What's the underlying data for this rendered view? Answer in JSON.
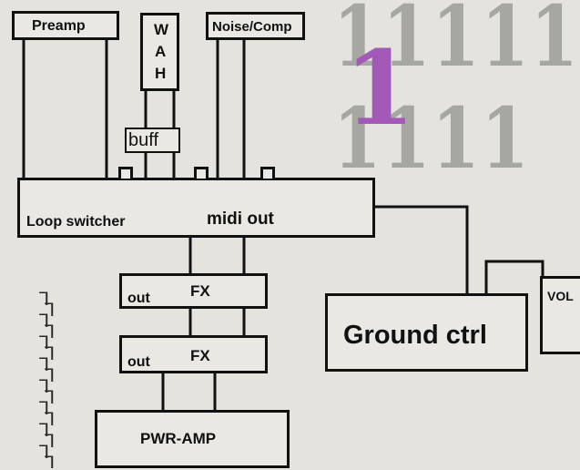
{
  "diagram": {
    "preamp": "Preamp",
    "wah": [
      "W",
      "A",
      "H"
    ],
    "noise_comp": "Noise/Comp",
    "buff": "buff",
    "loop_switcher": "Loop switcher",
    "midi_out": "midi out",
    "fx1": {
      "out": "out",
      "label": "FX"
    },
    "fx2": {
      "out": "out",
      "label": "FX"
    },
    "pwr_amp": "PWR-AMP",
    "ground_ctrl": "Ground ctrl",
    "vol": "VOL"
  },
  "handwriting": {
    "ghost_row_top": "11111",
    "ghost_row_bottom": "1111",
    "purple_mark": "1",
    "purple_color": "#a259b8",
    "margin_ticks": [
      "ᒣ",
      "ᒣ",
      "ᒣ",
      "ᒣ",
      "ᒣ",
      "ᒣ",
      "ᒣ",
      "ᒣ",
      "ᒣ",
      "ᒣ",
      "ᒣ",
      "ᒣ",
      "ᒣ",
      "ᒣ",
      "ᒣ",
      "ᒣ"
    ]
  }
}
